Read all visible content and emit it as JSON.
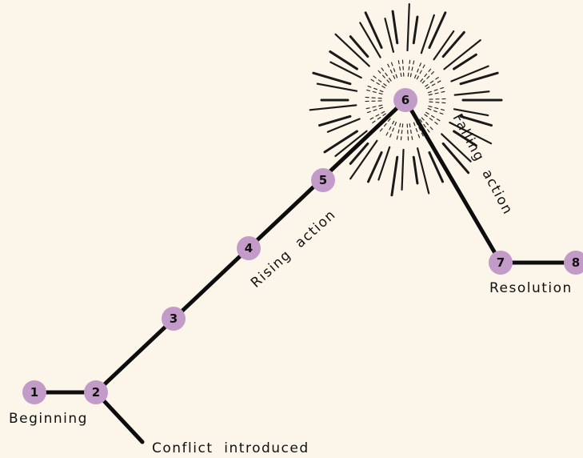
{
  "nodes": [
    {
      "id": "1",
      "label": "1"
    },
    {
      "id": "2",
      "label": "2"
    },
    {
      "id": "3",
      "label": "3"
    },
    {
      "id": "4",
      "label": "4"
    },
    {
      "id": "5",
      "label": "5"
    },
    {
      "id": "6",
      "label": "6"
    },
    {
      "id": "7",
      "label": "7"
    },
    {
      "id": "8",
      "label": "8"
    }
  ],
  "labels": {
    "beginning": "Beginning",
    "conflict": "Conflict  introduced",
    "rising": "Rising  action",
    "falling": "Falling  action",
    "resolution": "Resolution"
  },
  "colors": {
    "background": "#fbf6e9",
    "node_fill": "#c39bc8",
    "line": "#0d0d0d"
  }
}
